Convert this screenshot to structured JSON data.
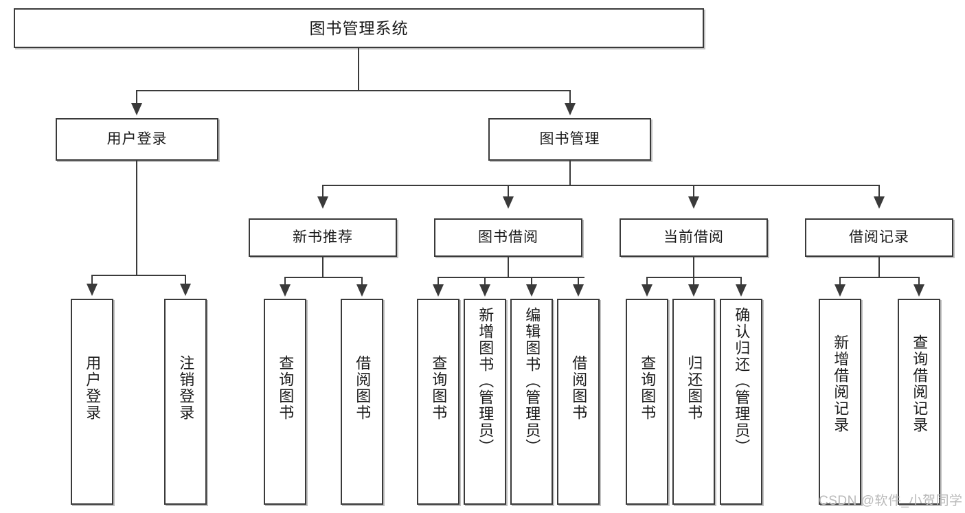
{
  "diagram": {
    "title_node": {
      "label": "图书管理系统"
    },
    "level2": [
      {
        "label": "用户登录"
      },
      {
        "label": "图书管理"
      }
    ],
    "level3": [
      {
        "label": "新书推荐"
      },
      {
        "label": "图书借阅"
      },
      {
        "label": "当前借阅"
      },
      {
        "label": "借阅记录"
      }
    ],
    "leaves": [
      {
        "label": "用户登录"
      },
      {
        "label": "注销登录"
      },
      {
        "label": "查询图书"
      },
      {
        "label": "借阅图书"
      },
      {
        "label": "查询图书"
      },
      {
        "label": "新增图书（管理员）"
      },
      {
        "label": "编辑图书（管理员）"
      },
      {
        "label": "借阅图书"
      },
      {
        "label": "查询图书"
      },
      {
        "label": "归还图书"
      },
      {
        "label": "确认归还（管理员）"
      },
      {
        "label": "新增借阅记录"
      },
      {
        "label": "查询借阅记录"
      }
    ]
  },
  "watermark": {
    "text": "CSDN @软件_小贺同学"
  },
  "colors": {
    "stroke": "#3a3a3a",
    "background": "#ffffff",
    "text": "#1b1b1b",
    "watermark": "#b9b9b9"
  }
}
